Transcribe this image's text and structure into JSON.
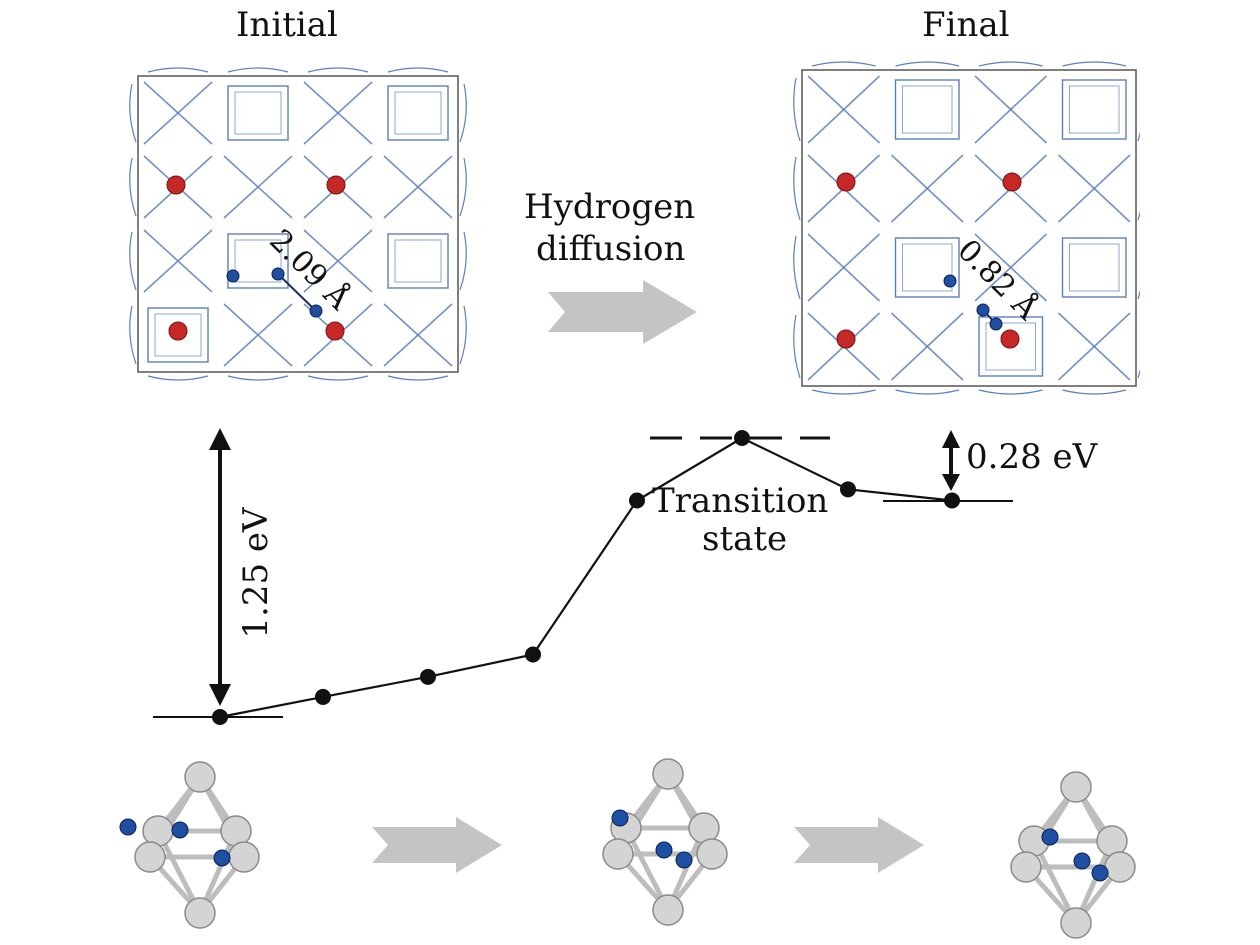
{
  "panels": {
    "initial_title": "Initial",
    "final_title": "Final",
    "initial_distance": "2.09 Å",
    "final_distance": "0.82 Å"
  },
  "arrow_label": {
    "line1": "Hydrogen",
    "line2": "diffusion"
  },
  "energy": {
    "barrier_label": "1.25 eV",
    "reverse_label": "0.28 eV",
    "ts_line1": "Transition",
    "ts_line2": "state",
    "relative_energies_eV": [
      0.0,
      0.09,
      0.18,
      0.28,
      0.97,
      1.25,
      1.02,
      0.97
    ]
  },
  "colors": {
    "lattice": "#5a7fbd",
    "hydrogen": "#1f4fa3",
    "metal_red": "#c62828",
    "metal_gray": "#d4d4d4",
    "arrow_gray": "#c4c4c4",
    "path": "#111111"
  }
}
